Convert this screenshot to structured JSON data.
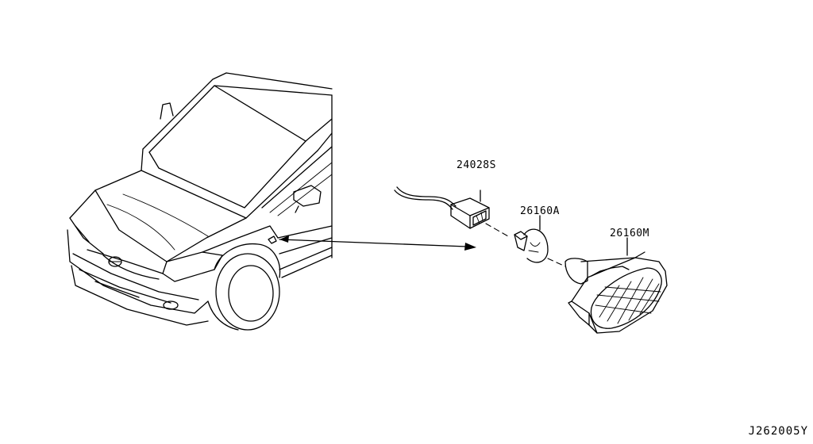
{
  "parts": [
    {
      "id": "connector",
      "part_number": "24028S"
    },
    {
      "id": "bulb",
      "part_number": "26160A"
    },
    {
      "id": "side-lamp",
      "part_number": "26160M"
    }
  ],
  "diagram_code": "J262005Y"
}
